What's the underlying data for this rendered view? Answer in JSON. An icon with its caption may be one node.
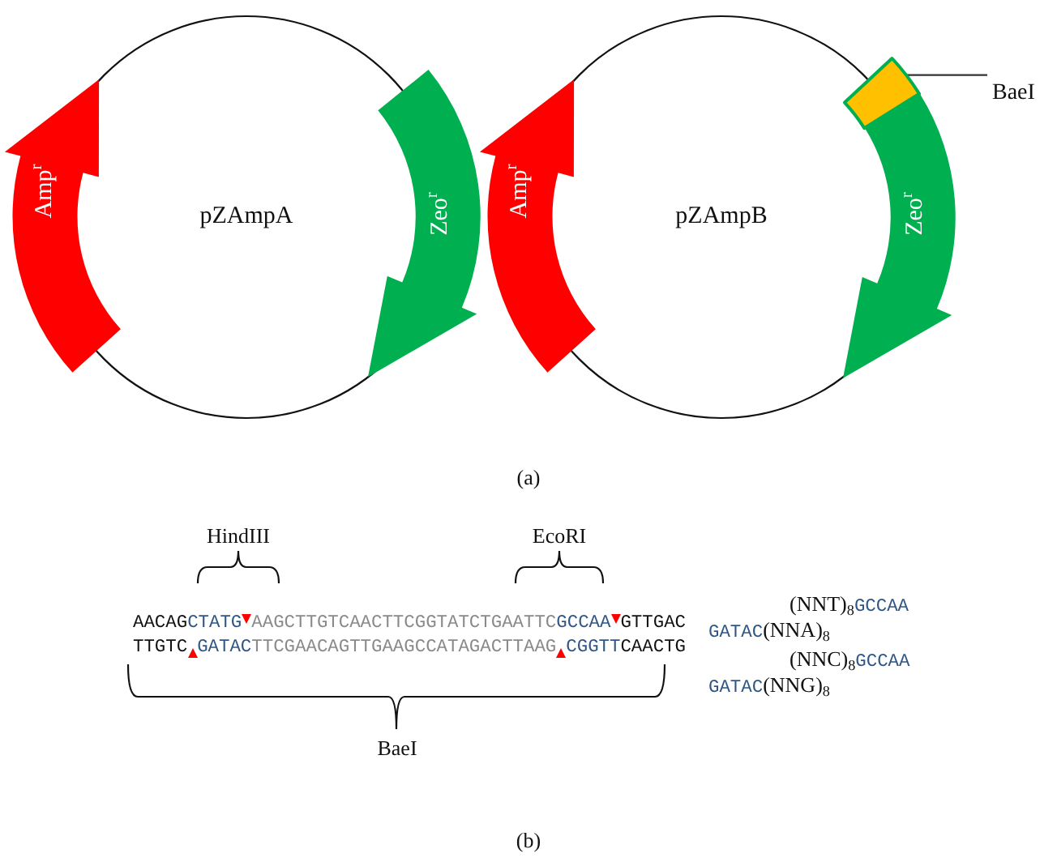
{
  "diagram": {
    "nodes": [
      {
        "text": [
          "pZAmpA"
        ]
      },
      {
        "text": [
          "Amp$^{r}$"
        ]
      },
      {
        "text": [
          "Zeo$^{r}$"
        ]
      },
      {
        "text": [
          "pZAmpB"
        ]
      },
      {
        "text": [
          "Amp$^{r}$"
        ]
      },
      {
        "text": [
          "Zeo$^{r}$"
        ]
      },
      {
        "text": [],
        "shape": "box"
      },
      {
        "text": [
          "BaeI"
        ]
      }
    ],
    "edges": [
      {
        "from": 7,
        "to": 6,
        "arrow": "none"
      }
    ],
    "labels": [
      "(a)",
      "HindIII",
      "EcoRI",
      "AACAG",
      "CTATG",
      "AAGCTTGTCAACTTCGGTATCTGAATTC",
      "GCCAA",
      "GTTGAC",
      "TTGTC",
      "GATAC",
      "TTCGAACAGTTGAAGCCATAGACTTAAG",
      "CGGTT",
      "CAACTG",
      "(NNT)$_{8}$",
      "GCCAA",
      "GATAC",
      "(NNA)$_{8}$",
      "(NNC)$_{8}$",
      "GCCAA",
      "GATAC",
      "(NNG)$_{8}$",
      "BaeI",
      "(b)"
    ]
  }
}
